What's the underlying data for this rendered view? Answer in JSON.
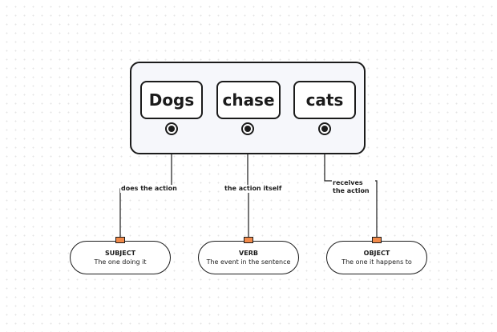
{
  "sentence": {
    "words": [
      "Dogs",
      "chase",
      "cats"
    ]
  },
  "connections": [
    {
      "label": "does the action",
      "role_title": "SUBJECT",
      "role_description": "The one doing it"
    },
    {
      "label": "the action itself",
      "role_title": "VERB",
      "role_description": "The event in the sentence"
    },
    {
      "label": "receives the action",
      "role_title": "OBJECT",
      "role_description": "The one it happens to"
    }
  ],
  "colors": {
    "stroke": "#1b1b1b",
    "sentence_fill": "#f6f7fb",
    "anchor_fill": "#f28a4a"
  }
}
